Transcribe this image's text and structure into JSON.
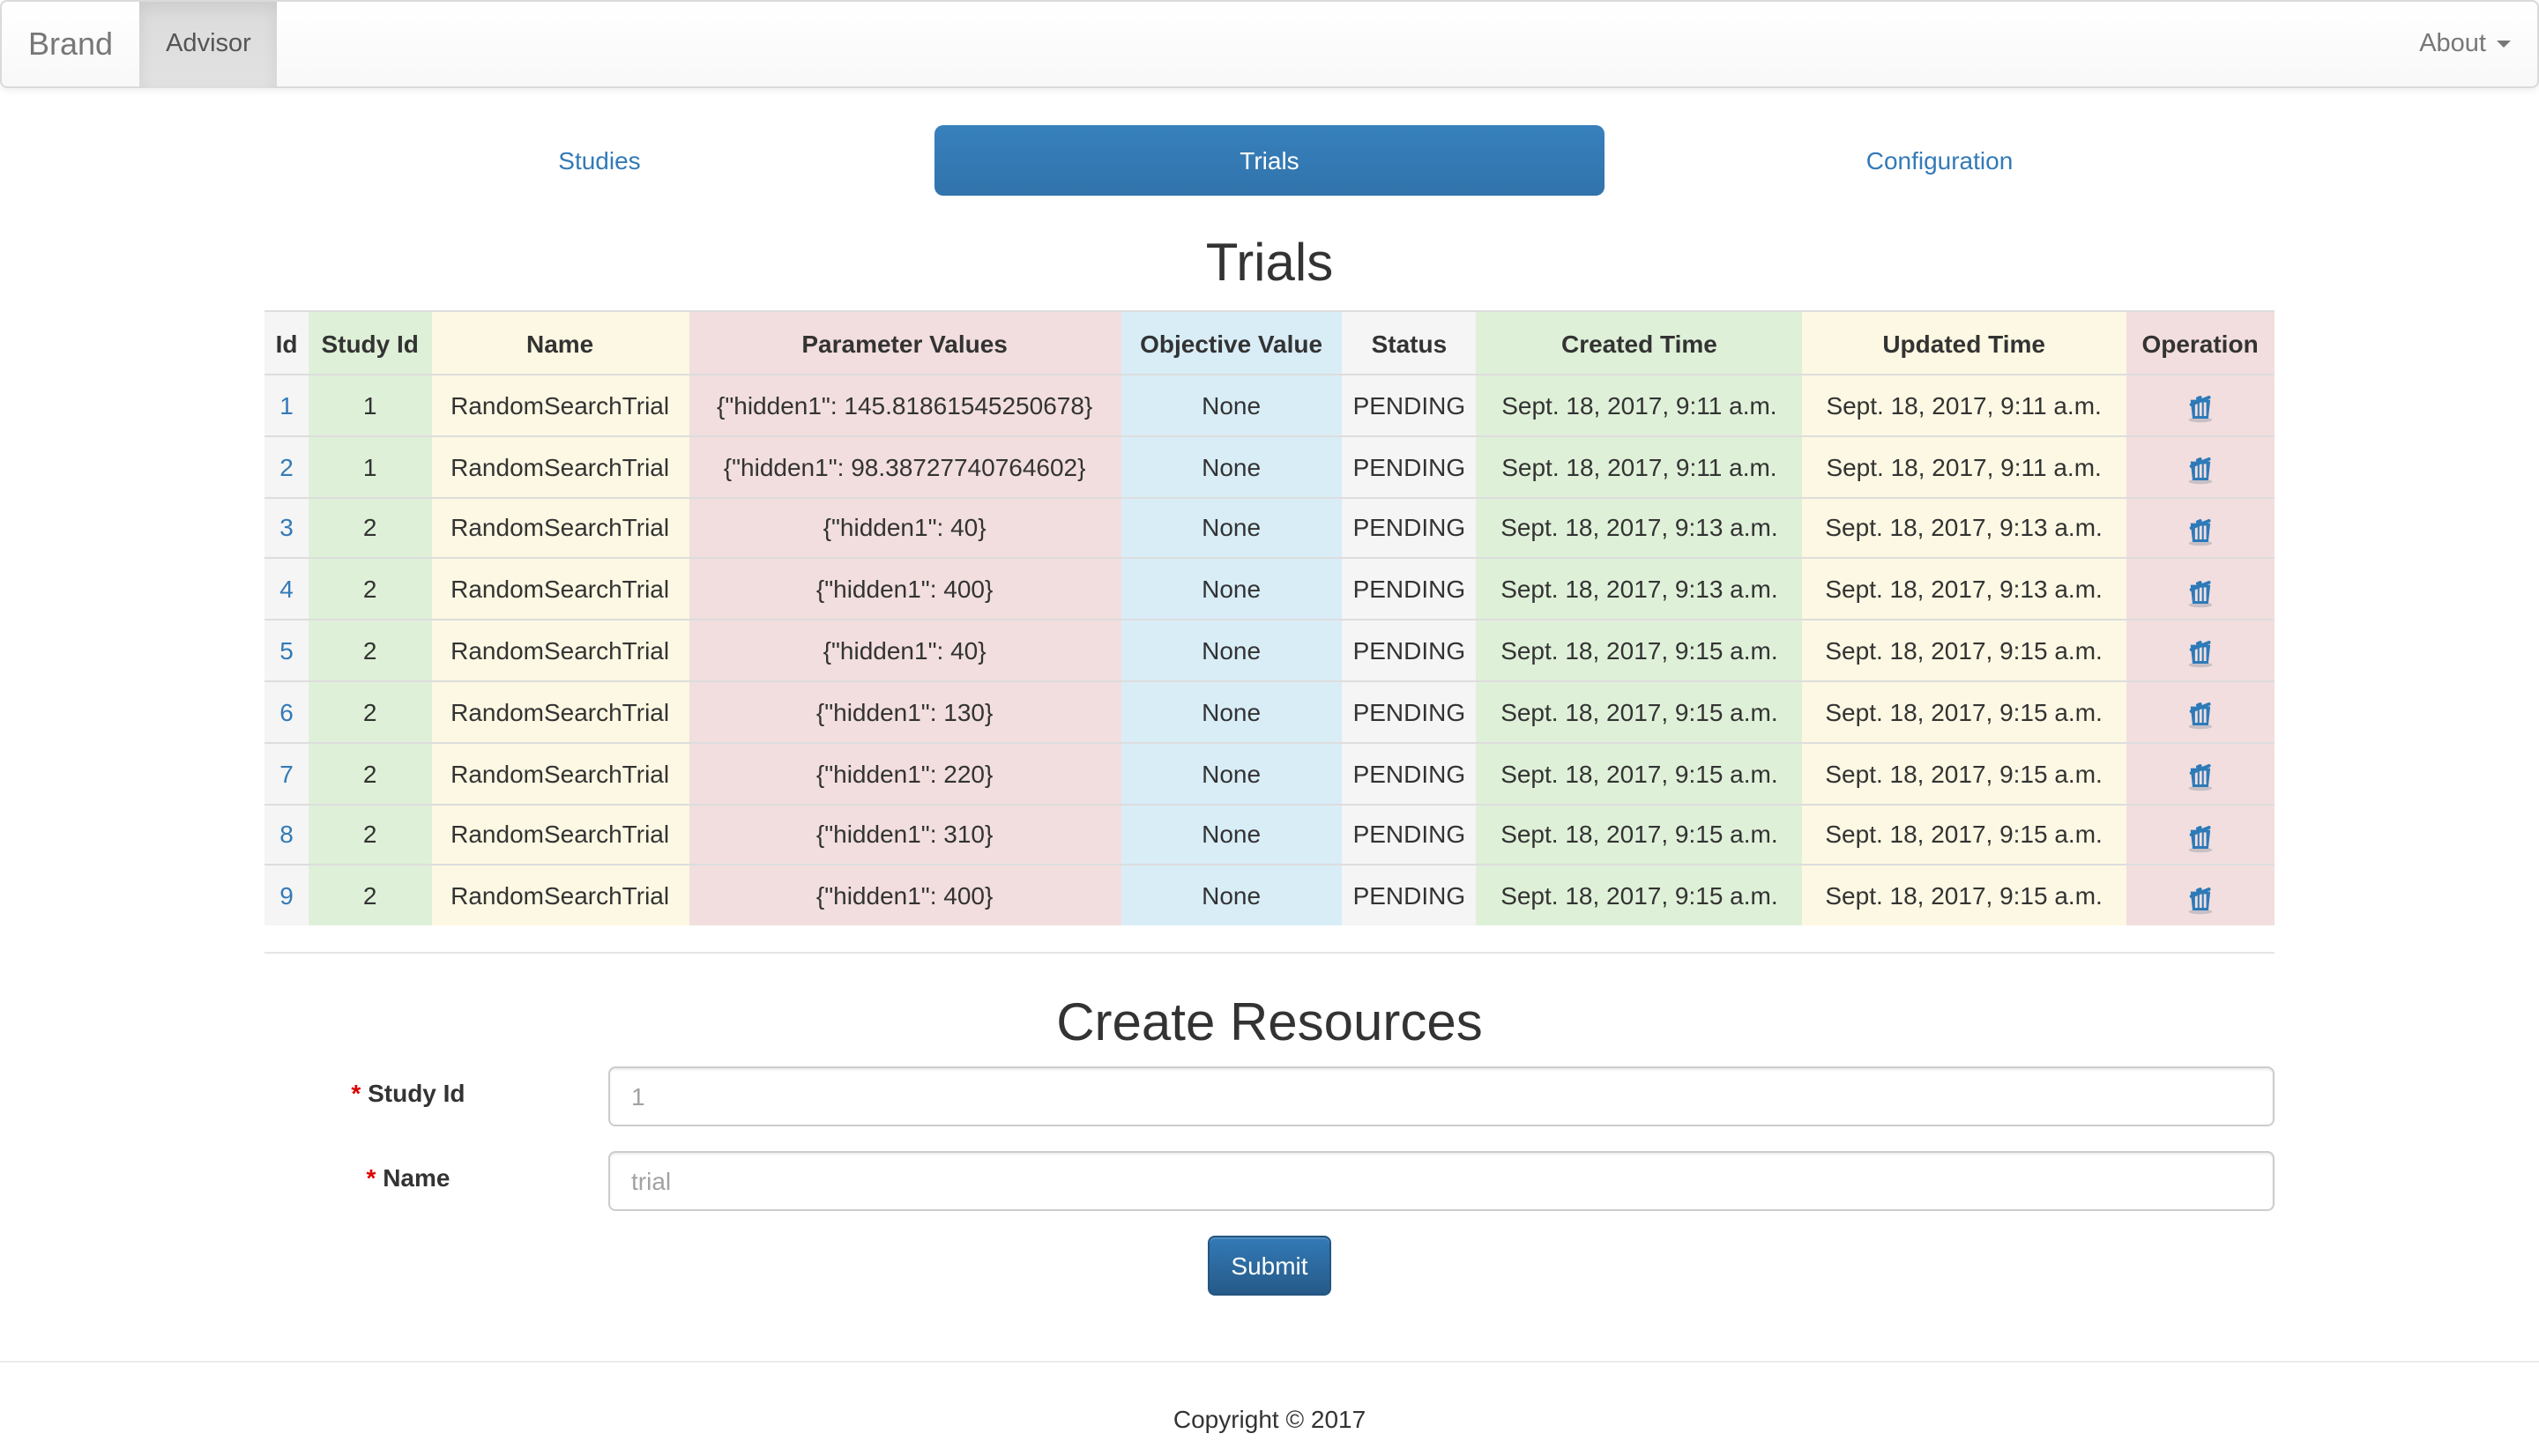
{
  "navbar": {
    "brand": "Brand",
    "items": [
      {
        "label": "Advisor",
        "active": true
      }
    ],
    "right_items": [
      {
        "label": "About",
        "has_dropdown": true
      }
    ]
  },
  "tabs": [
    {
      "label": "Studies",
      "active": false
    },
    {
      "label": "Trials",
      "active": true
    },
    {
      "label": "Configuration",
      "active": false
    }
  ],
  "page": {
    "title": "Trials",
    "footer": "Copyright © 2017"
  },
  "table": {
    "columns": [
      {
        "label": "Id",
        "style": "active"
      },
      {
        "label": "Study Id",
        "style": "success"
      },
      {
        "label": "Name",
        "style": "warning"
      },
      {
        "label": "Parameter Values",
        "style": "danger"
      },
      {
        "label": "Objective Value",
        "style": "info"
      },
      {
        "label": "Status",
        "style": "active"
      },
      {
        "label": "Created Time",
        "style": "success"
      },
      {
        "label": "Updated Time",
        "style": "warning"
      },
      {
        "label": "Operation",
        "style": "danger"
      }
    ],
    "operation_icon": "trash-icon",
    "rows": [
      {
        "id": "1",
        "study_id": "1",
        "name": "RandomSearchTrial",
        "parameter_values": "{\"hidden1\": 145.81861545250678}",
        "objective_value": "None",
        "status": "PENDING",
        "created_time": "Sept. 18, 2017, 9:11 a.m.",
        "updated_time": "Sept. 18, 2017, 9:11 a.m."
      },
      {
        "id": "2",
        "study_id": "1",
        "name": "RandomSearchTrial",
        "parameter_values": "{\"hidden1\": 98.38727740764602}",
        "objective_value": "None",
        "status": "PENDING",
        "created_time": "Sept. 18, 2017, 9:11 a.m.",
        "updated_time": "Sept. 18, 2017, 9:11 a.m."
      },
      {
        "id": "3",
        "study_id": "2",
        "name": "RandomSearchTrial",
        "parameter_values": "{\"hidden1\": 40}",
        "objective_value": "None",
        "status": "PENDING",
        "created_time": "Sept. 18, 2017, 9:13 a.m.",
        "updated_time": "Sept. 18, 2017, 9:13 a.m."
      },
      {
        "id": "4",
        "study_id": "2",
        "name": "RandomSearchTrial",
        "parameter_values": "{\"hidden1\": 400}",
        "objective_value": "None",
        "status": "PENDING",
        "created_time": "Sept. 18, 2017, 9:13 a.m.",
        "updated_time": "Sept. 18, 2017, 9:13 a.m."
      },
      {
        "id": "5",
        "study_id": "2",
        "name": "RandomSearchTrial",
        "parameter_values": "{\"hidden1\": 40}",
        "objective_value": "None",
        "status": "PENDING",
        "created_time": "Sept. 18, 2017, 9:15 a.m.",
        "updated_time": "Sept. 18, 2017, 9:15 a.m."
      },
      {
        "id": "6",
        "study_id": "2",
        "name": "RandomSearchTrial",
        "parameter_values": "{\"hidden1\": 130}",
        "objective_value": "None",
        "status": "PENDING",
        "created_time": "Sept. 18, 2017, 9:15 a.m.",
        "updated_time": "Sept. 18, 2017, 9:15 a.m."
      },
      {
        "id": "7",
        "study_id": "2",
        "name": "RandomSearchTrial",
        "parameter_values": "{\"hidden1\": 220}",
        "objective_value": "None",
        "status": "PENDING",
        "created_time": "Sept. 18, 2017, 9:15 a.m.",
        "updated_time": "Sept. 18, 2017, 9:15 a.m."
      },
      {
        "id": "8",
        "study_id": "2",
        "name": "RandomSearchTrial",
        "parameter_values": "{\"hidden1\": 310}",
        "objective_value": "None",
        "status": "PENDING",
        "created_time": "Sept. 18, 2017, 9:15 a.m.",
        "updated_time": "Sept. 18, 2017, 9:15 a.m."
      },
      {
        "id": "9",
        "study_id": "2",
        "name": "RandomSearchTrial",
        "parameter_values": "{\"hidden1\": 400}",
        "objective_value": "None",
        "status": "PENDING",
        "created_time": "Sept. 18, 2017, 9:15 a.m.",
        "updated_time": "Sept. 18, 2017, 9:15 a.m."
      }
    ]
  },
  "form": {
    "title": "Create Resources",
    "required_marker": "*",
    "fields": [
      {
        "label": "Study Id",
        "required": true,
        "value": "",
        "placeholder": "1"
      },
      {
        "label": "Name",
        "required": true,
        "value": "",
        "placeholder": "trial"
      }
    ],
    "submit_label": "Submit"
  },
  "colors": {
    "accent_blue": "#337ab7",
    "table_active_bg": "#f5f5f5",
    "table_success_bg": "#dff0d8",
    "table_warning_bg": "#fcf8e3",
    "table_danger_bg": "#f2dede",
    "table_info_bg": "#d9edf7",
    "trash_icon_blue": "#2d7ab9",
    "required_red": "#dd0000",
    "submit_gradient_top": "#337ab7",
    "submit_gradient_bottom": "#265a88"
  }
}
